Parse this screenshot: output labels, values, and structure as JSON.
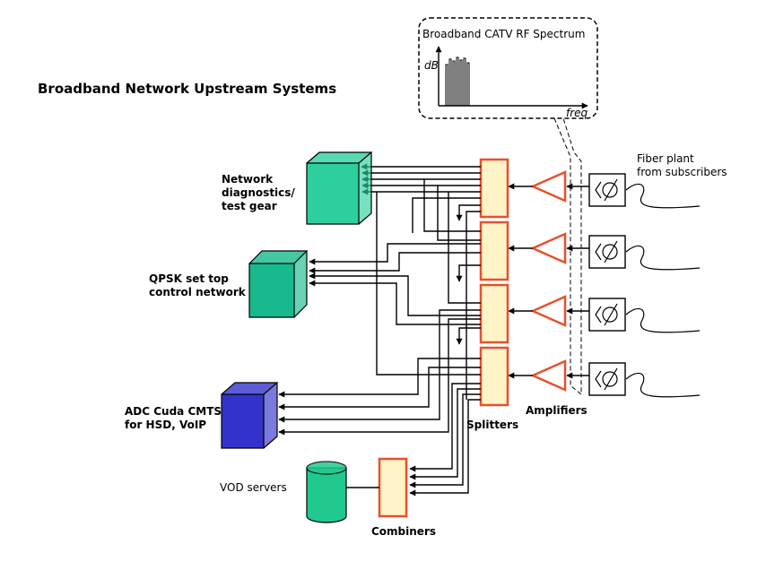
{
  "title": "Broadband Network Upstream Systems",
  "spectrum": {
    "title": "Broadband CATV RF Spectrum",
    "y_label": "dB",
    "x_label": "freq"
  },
  "labels": {
    "fiber_line1": "Fiber plant",
    "fiber_line2": "from subscribers",
    "network_line1": "Network",
    "network_line2": "diagnostics/",
    "network_line3": "test gear",
    "qpsk_line1": "QPSK set top",
    "qpsk_line2": "control network",
    "adc_line1": "ADC Cuda CMTS",
    "adc_line2": "for HSD, VoIP",
    "vod": "VOD servers",
    "splitters": "Splitters",
    "amplifiers": "Amplifiers",
    "combiners": "Combiners"
  },
  "colors": {
    "network_box": "#2ecf9e",
    "qpsk_box": "#18b98c",
    "cmts_box": "#3333cc",
    "vod_cylinder": "#22c98f",
    "splitter_fill": "#fff4c8",
    "splitter_stroke": "#e8502a",
    "amplifier_stroke": "#e8502a"
  }
}
